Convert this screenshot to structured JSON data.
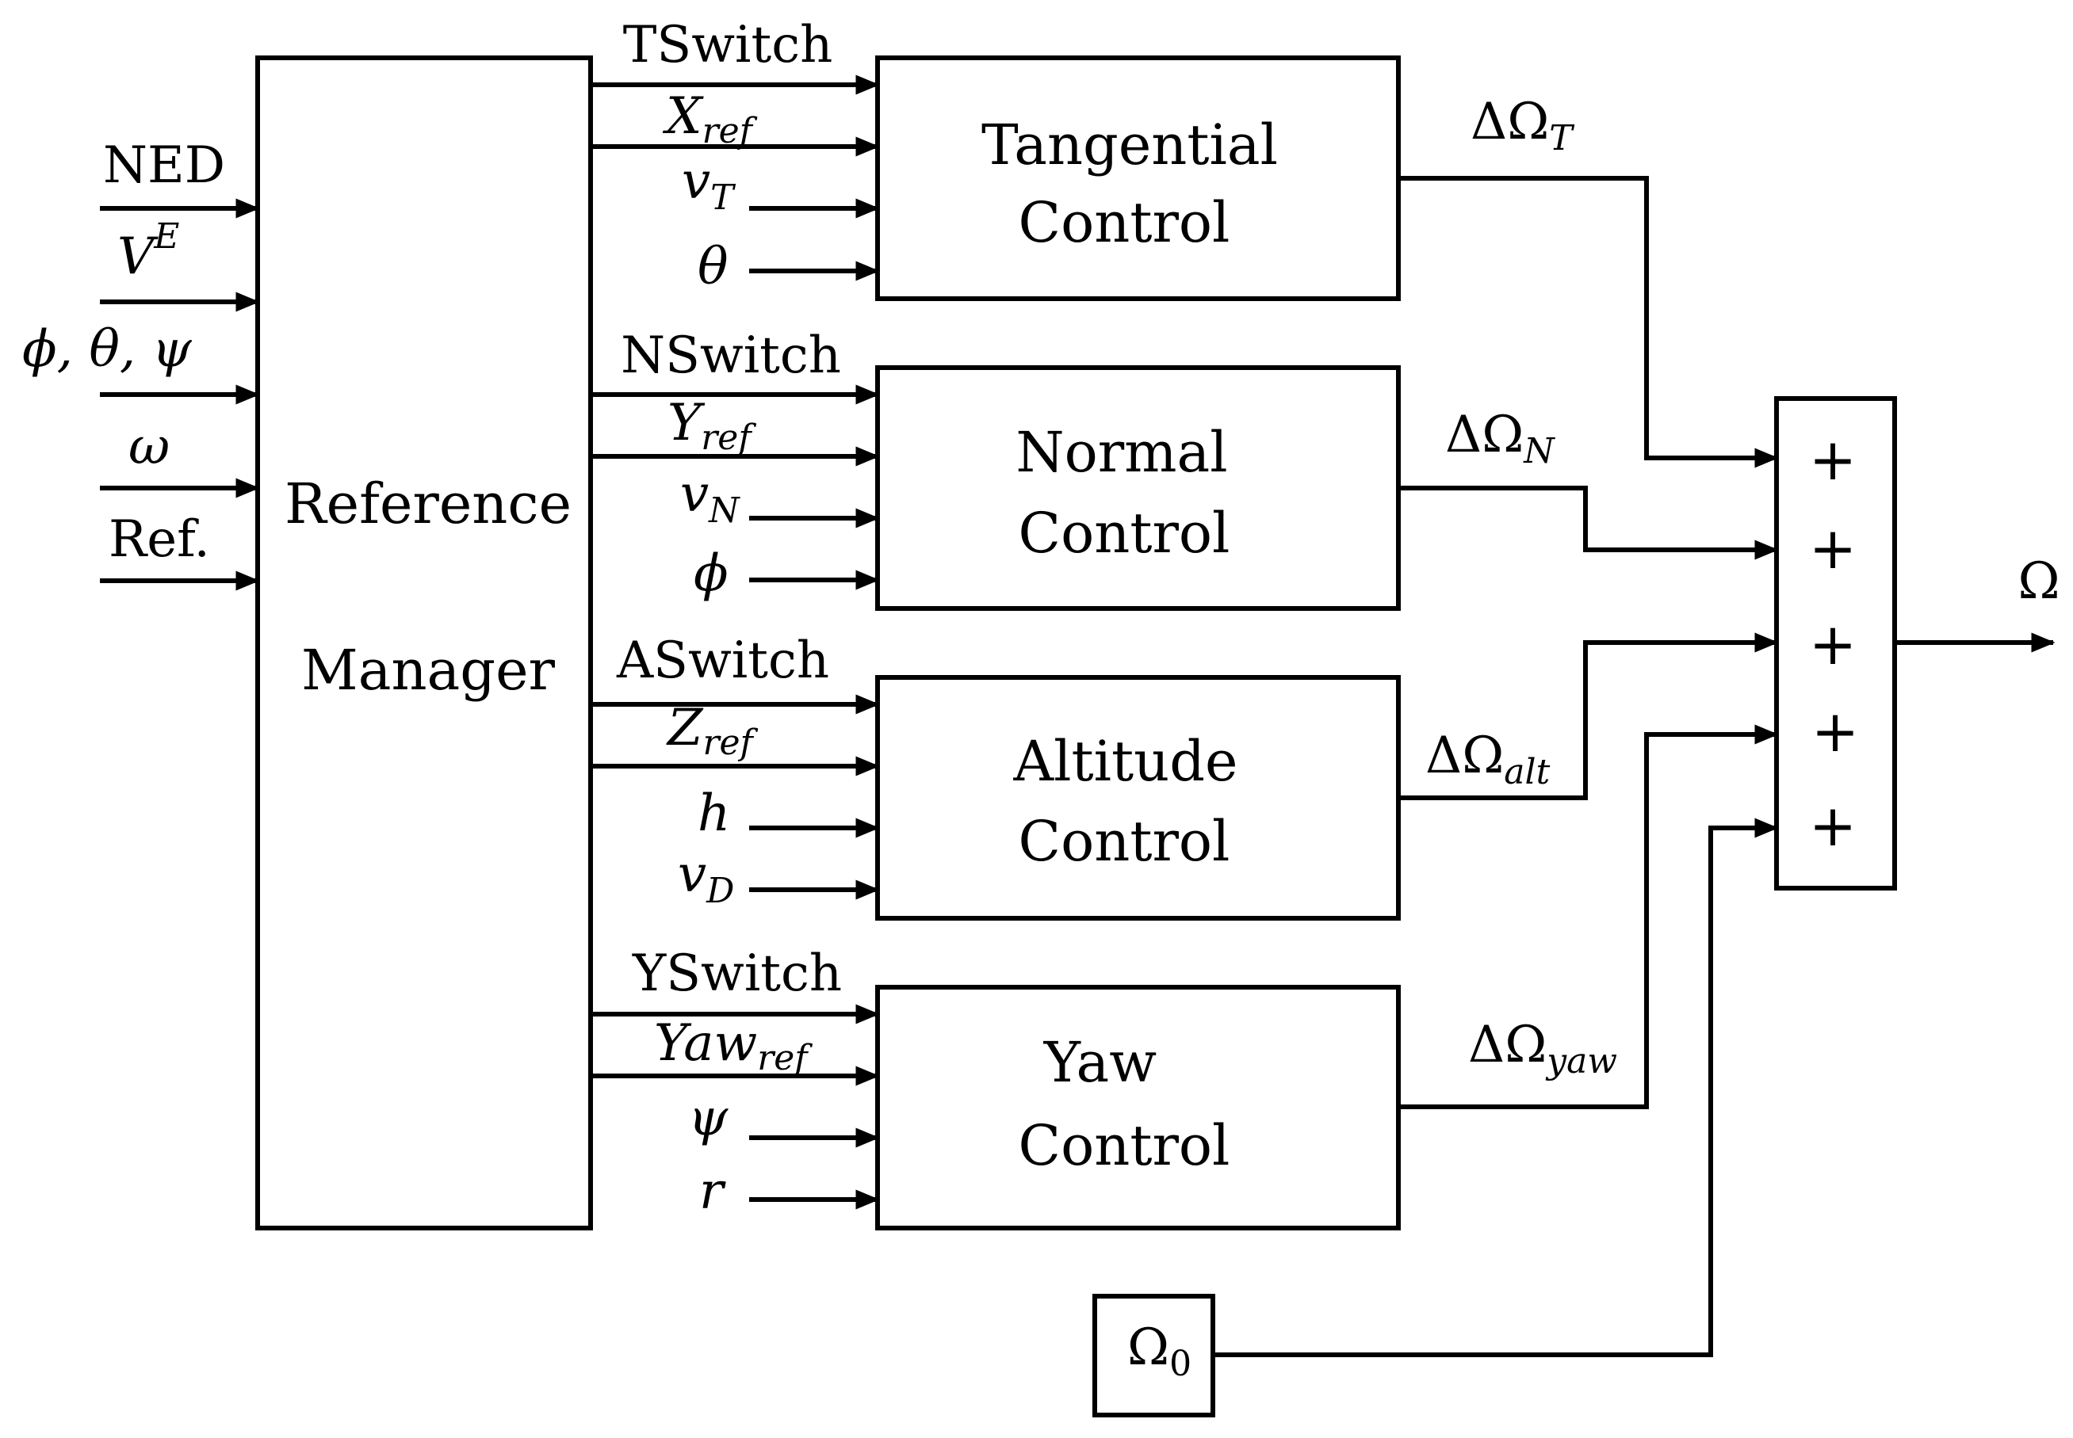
{
  "blocks": {
    "reference_manager": {
      "line1": "Reference",
      "line2": "Manager"
    },
    "tangential": {
      "line1": "Tangential",
      "line2": "Control"
    },
    "normal": {
      "line1": "Normal",
      "line2": "Control"
    },
    "altitude": {
      "line1": "Altitude",
      "line2": "Control"
    },
    "yaw": {
      "line1": "Yaw",
      "line2": "Control"
    },
    "omega0": {
      "base": "Ω",
      "sub": "0"
    }
  },
  "inputs": {
    "ned": "NED",
    "ve": {
      "base": "V",
      "sup": "E"
    },
    "angles": "ϕ,  θ,  ψ",
    "omega": "ω",
    "ref": "Ref."
  },
  "tangential_in": {
    "switch": "TSwitch",
    "ref": {
      "base": "X",
      "sub": "ref"
    },
    "v": {
      "base": "v",
      "sub": "T"
    },
    "angle": "θ"
  },
  "normal_in": {
    "switch": "NSwitch",
    "ref": {
      "base": "Y",
      "sub": "ref"
    },
    "v": {
      "base": "v",
      "sub": "N"
    },
    "angle": "ϕ"
  },
  "altitude_in": {
    "switch": "ASwitch",
    "ref": {
      "base": "Z",
      "sub": "ref"
    },
    "h": "h",
    "v": {
      "base": "v",
      "sub": "D"
    }
  },
  "yaw_in": {
    "switch": "YSwitch",
    "ref": {
      "base": "Yaw",
      "sub": "ref"
    },
    "angle": "ψ",
    "r": "r"
  },
  "outputs": {
    "d_t": {
      "base": "ΔΩ",
      "sub": "T"
    },
    "d_n": {
      "base": "ΔΩ",
      "sub": "N"
    },
    "d_alt": {
      "base": "ΔΩ",
      "sub": "alt"
    },
    "d_yaw": {
      "base": "ΔΩ",
      "sub": "yaw"
    },
    "omega": "Ω"
  },
  "summer": {
    "signs": [
      "+",
      "+",
      "+",
      "+",
      "+"
    ]
  }
}
